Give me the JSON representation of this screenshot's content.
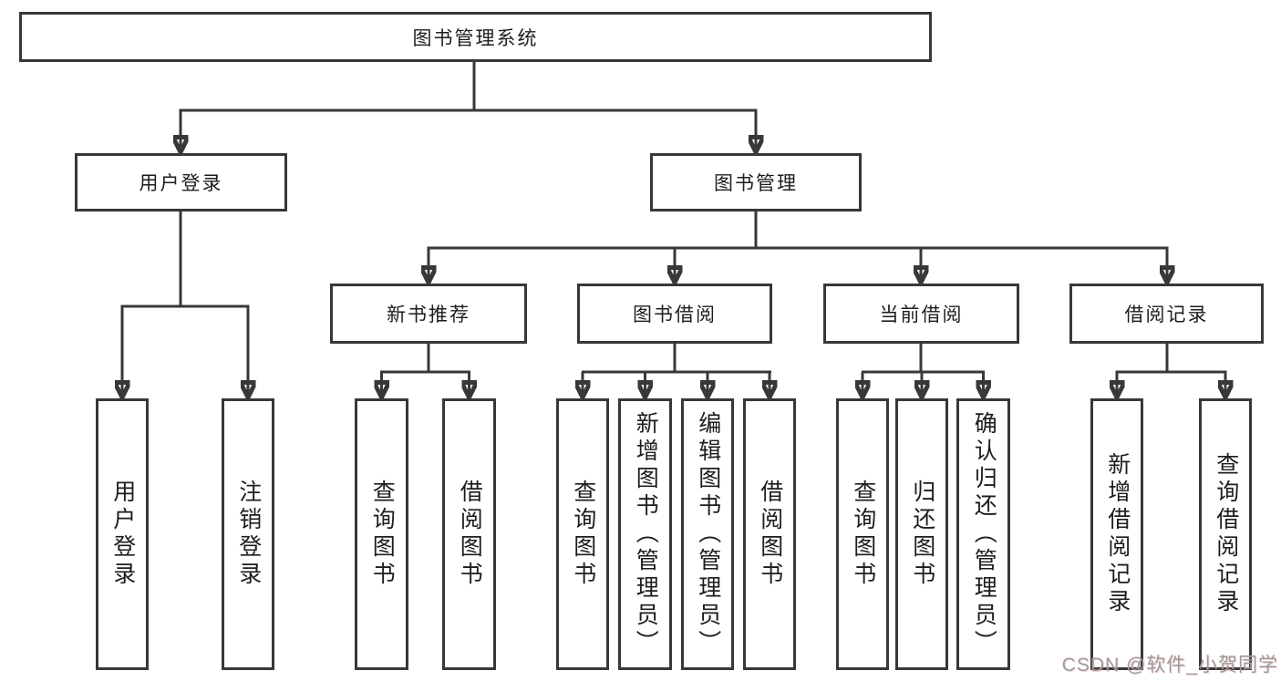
{
  "diagram": {
    "type": "hierarchy-diagram",
    "root": "图书管理系统",
    "branches": [
      {
        "label": "用户登录",
        "children": [
          "用户登录",
          "注销登录"
        ]
      },
      {
        "label": "图书管理",
        "children": [
          {
            "label": "新书推荐",
            "children": [
              "查询图书",
              "借阅图书"
            ]
          },
          {
            "label": "图书借阅",
            "children": [
              "查询图书",
              "新增图书（管理员）",
              "编辑图书（管理员）",
              "借阅图书"
            ]
          },
          {
            "label": "当前借阅",
            "children": [
              "查询图书",
              "归还图书",
              "确认归还（管理员）"
            ]
          },
          {
            "label": "借阅记录",
            "children": [
              "新增借阅记录",
              "查询借阅记录"
            ]
          }
        ]
      }
    ],
    "colors": {
      "line": "#383838",
      "text": "#1d1d1d",
      "background": "#ffffff",
      "watermark": "#9c9c9c"
    }
  },
  "watermark": {
    "text": "CSDN @软件_小贺同学"
  }
}
